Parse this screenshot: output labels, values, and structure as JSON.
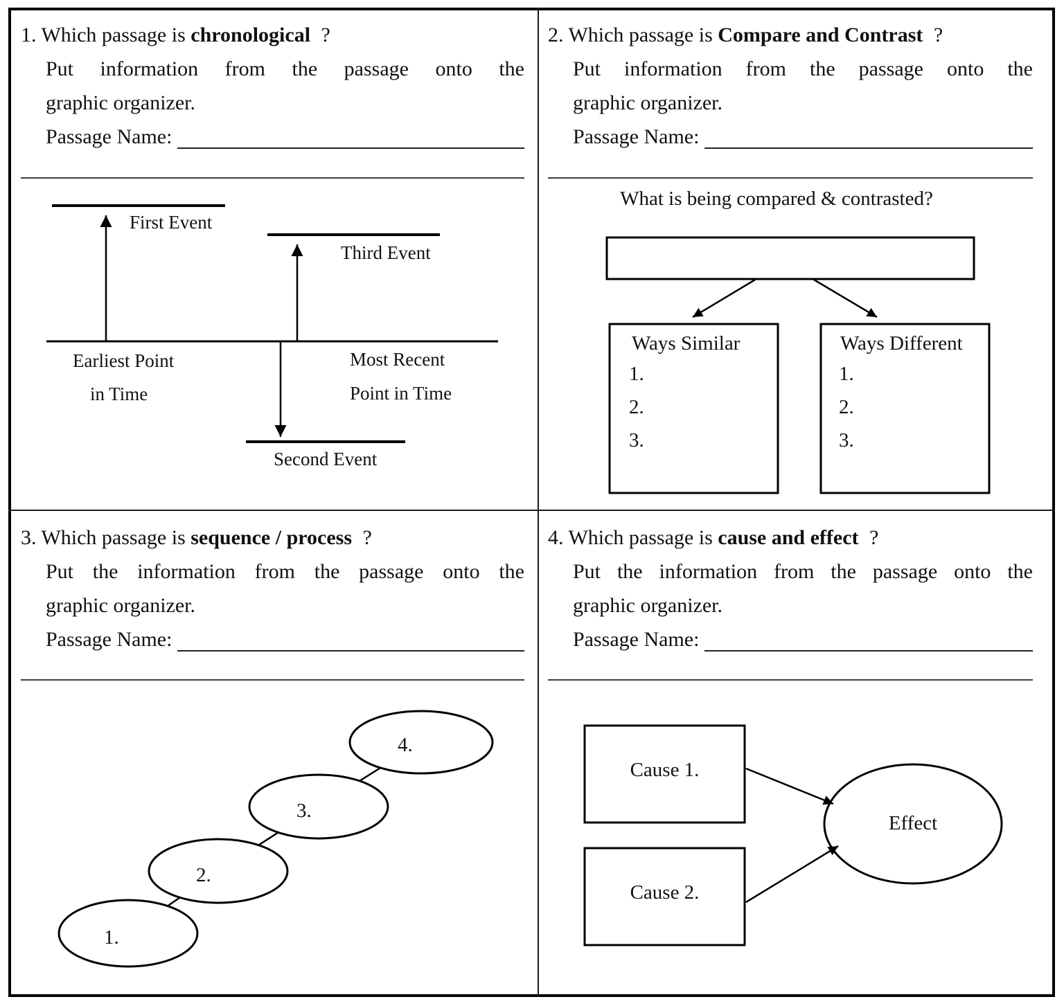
{
  "page": {
    "background": "#ffffff",
    "ink": "#000000",
    "separator_color": "#3d3d3d"
  },
  "quadrants": {
    "q1": {
      "number": "1.",
      "question_prefix": "Which passage is",
      "keyword": "chronological",
      "question_mark": "?",
      "line2": "Put information from the passage onto the",
      "line3": "graphic organizer.",
      "passage_name_label": "Passage Name:",
      "diagram": {
        "first_event": "First Event",
        "third_event": "Third Event",
        "second_event": "Second Event",
        "earliest_point_line1": "Earliest Point",
        "earliest_point_line2": "in Time",
        "most_recent_line1": "Most Recent",
        "most_recent_line2": "Point in Time"
      }
    },
    "q2": {
      "number": "2.",
      "question_prefix": "Which passage is",
      "keyword": "Compare and Contrast",
      "question_mark": "?",
      "line2": "Put information from the passage onto the",
      "line3": "graphic organizer.",
      "passage_name_label": "Passage Name:",
      "diagram": {
        "prompt": "What is being compared & contrasted?",
        "left_title": "Ways Similar",
        "right_title": "Ways Different",
        "left_items": [
          "1.",
          "2.",
          "3."
        ],
        "right_items": [
          "1.",
          "2.",
          "3."
        ]
      }
    },
    "q3": {
      "number": "3.",
      "question_prefix": "Which passage is",
      "keyword": "sequence / process",
      "question_mark": "?",
      "line2": "Put the information from the passage onto the",
      "line3": "graphic organizer.",
      "passage_name_label": "Passage Name:",
      "diagram": {
        "steps": [
          "1.",
          "2.",
          "3.",
          "4."
        ]
      }
    },
    "q4": {
      "number": "4.",
      "question_prefix": "Which passage is",
      "keyword": "cause and effect",
      "question_mark": "?",
      "line2": "Put the information from the passage onto the",
      "line3": "graphic organizer.",
      "passage_name_label": "Passage Name:",
      "diagram": {
        "cause1": "Cause 1.",
        "cause2": "Cause 2.",
        "effect": "Effect"
      }
    }
  }
}
